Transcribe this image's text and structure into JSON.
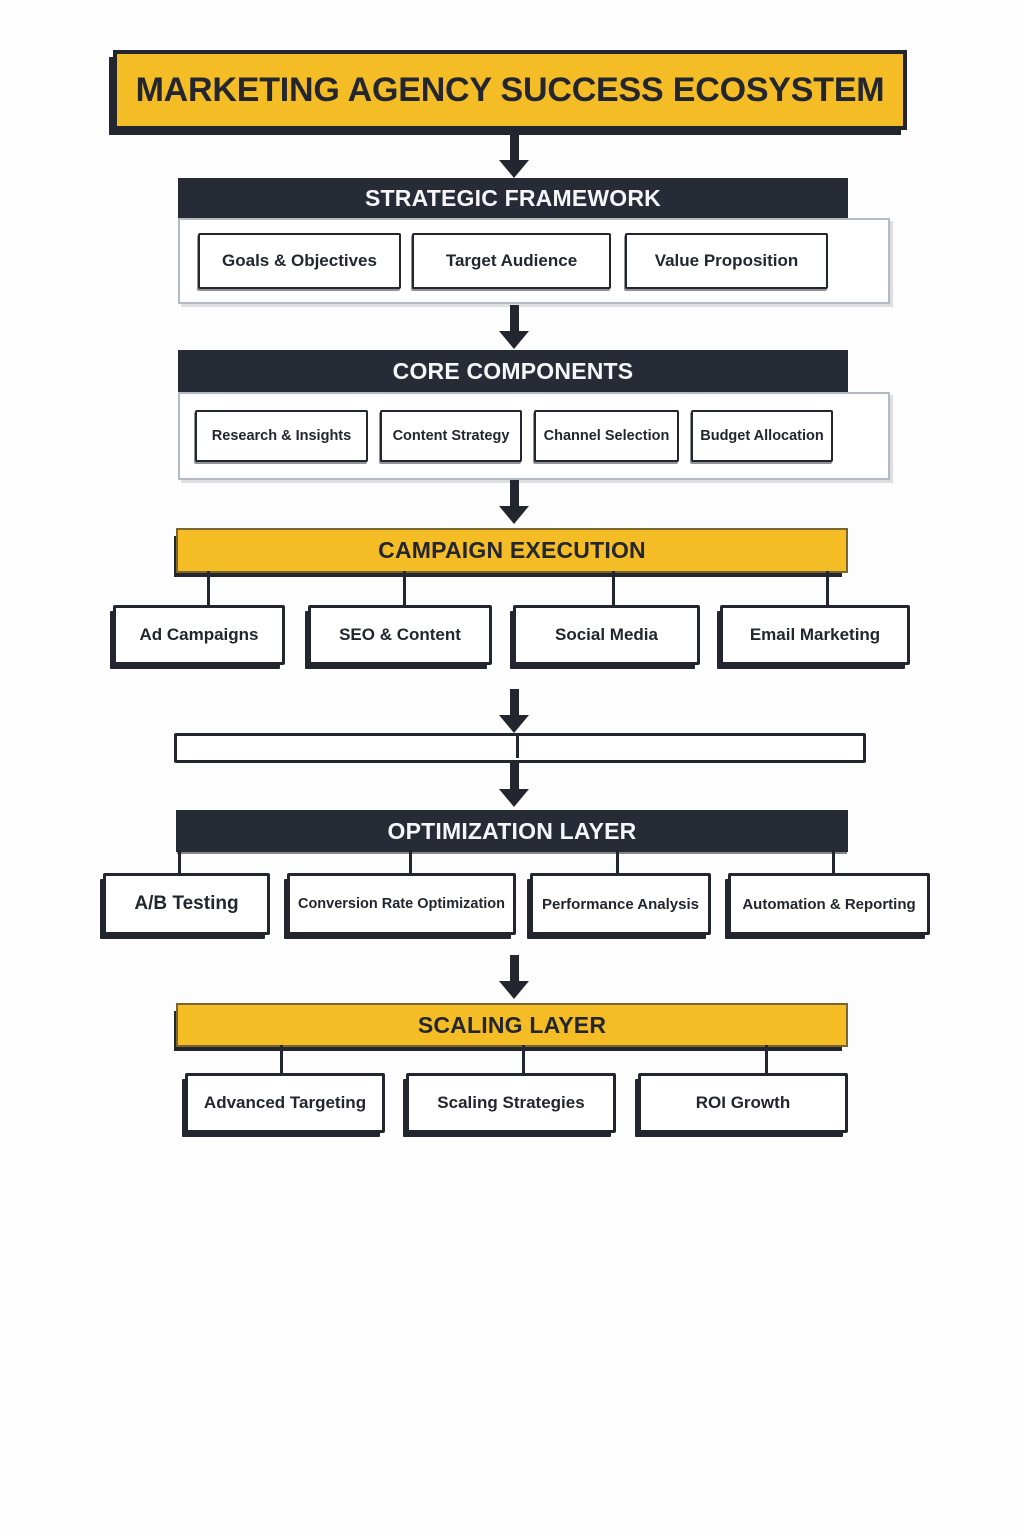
{
  "title": "MARKETING AGENCY SUCCESS ECOSYSTEM",
  "colors": {
    "yellow": "#F5BD25",
    "dark": "#272B36",
    "ink": "#23262E",
    "panel_border": "#B4BAC3",
    "background": "#FDFDFE"
  },
  "icons": {
    "flow_arrow": "down-arrow"
  },
  "sections": [
    {
      "header": "STRATEGIC FRAMEWORK",
      "variant": "dark-panel",
      "items": [
        "Goals & Objectives",
        "Target Audience",
        "Value Proposition"
      ]
    },
    {
      "header": "CORE COMPONENTS",
      "variant": "dark-panel",
      "items": [
        "Research & Insights",
        "Content Strategy",
        "Channel Selection",
        "Budget Allocation"
      ]
    },
    {
      "header": "CAMPAIGN EXECUTION",
      "variant": "yellow-branch",
      "items": [
        "Ad Campaigns",
        "SEO & Content",
        "Social Media",
        "Email Marketing"
      ]
    },
    {
      "header": "OPTIMIZATION LAYER",
      "variant": "dark-branch",
      "items": [
        "A/B Testing",
        "Conversion Rate Optimization",
        "Performance Analysis",
        "Automation & Reporting"
      ]
    },
    {
      "header": "SCALING LAYER",
      "variant": "yellow-branch",
      "items": [
        "Advanced Targeting",
        "Scaling Strategies",
        "ROI Growth"
      ]
    }
  ]
}
